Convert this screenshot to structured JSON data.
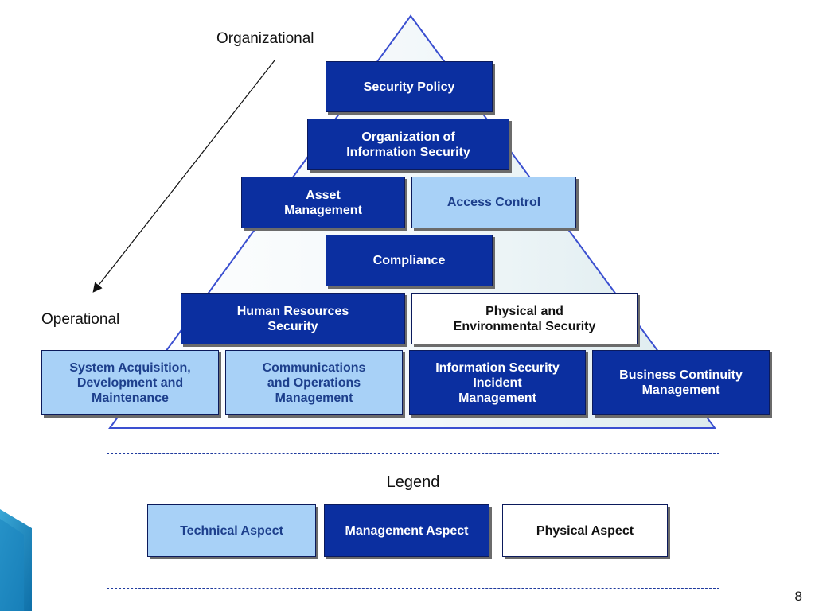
{
  "labels": {
    "top": "Organizational",
    "bottom": "Operational"
  },
  "boxes": {
    "security_policy": "Security Policy",
    "org_info_security": "Organization of\nInformation Security",
    "asset_management": "Asset\nManagement",
    "access_control": "Access Control",
    "compliance": "Compliance",
    "human_resources": "Human Resources\nSecurity",
    "physical_env": "Physical and\nEnvironmental Security",
    "system_acquisition": "System Acquisition,\nDevelopment and\nMaintenance",
    "communications_ops": "Communications\nand Operations\nManagement",
    "incident_mgmt": "Information Security\nIncident\nManagement",
    "business_continuity": "Business Continuity\nManagement"
  },
  "legend": {
    "title": "Legend",
    "technical": "Technical Aspect",
    "management": "Management Aspect",
    "physical": "Physical Aspect"
  },
  "colors": {
    "management": "#0b2fa0",
    "technical": "#a8d1f7",
    "physical": "#ffffff",
    "triangle_outline": "#3a4fd0"
  },
  "page_number": "8"
}
